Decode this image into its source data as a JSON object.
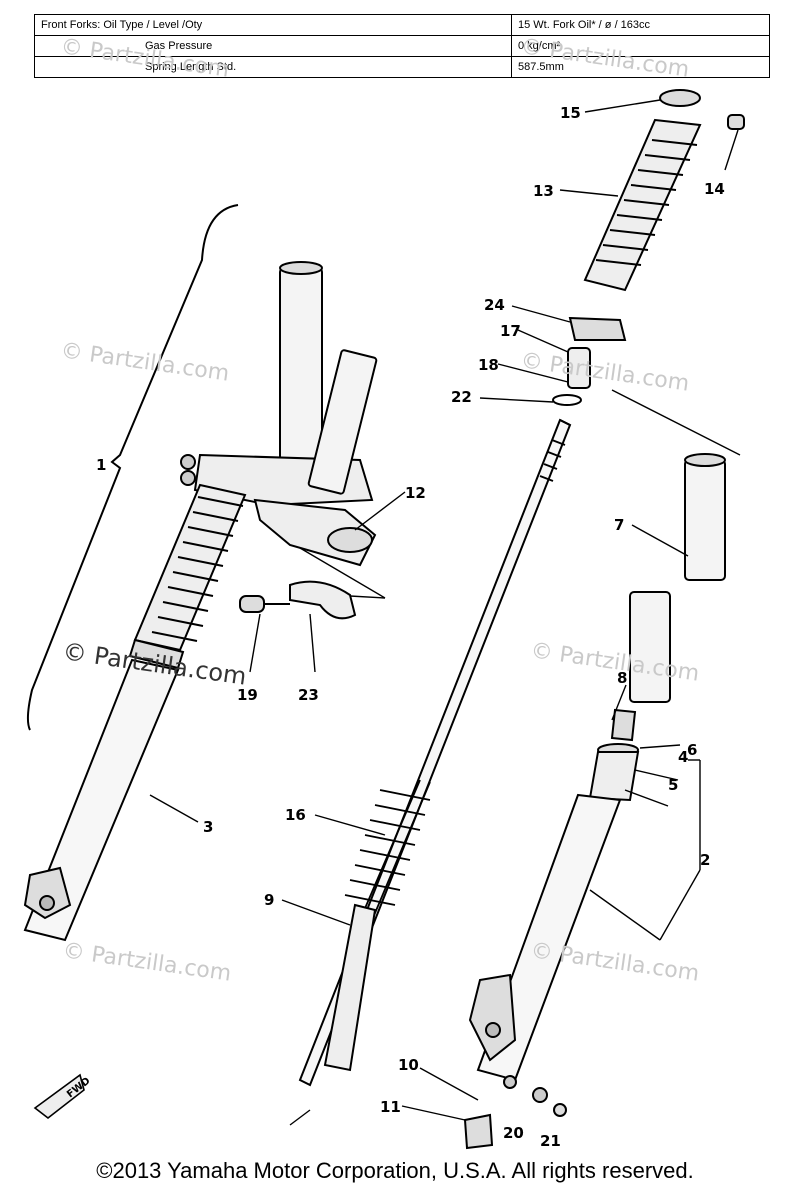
{
  "specs": [
    {
      "label": "Front Forks: Oil Type / Level /Oty",
      "value": "15 Wt. Fork Oil* / ø / 163cc"
    },
    {
      "label": "Gas Pressure",
      "value": "0 kg/cm²"
    },
    {
      "label": "Spring Length Std.",
      "value": "587.5mm"
    }
  ],
  "callouts": [
    "1",
    "2",
    "3",
    "4",
    "5",
    "6",
    "7",
    "8",
    "9",
    "10",
    "11",
    "12",
    "13",
    "14",
    "15",
    "16",
    "17",
    "18",
    "19",
    "20",
    "21",
    "22",
    "23",
    "24"
  ],
  "watermark": "© Partzilla.com",
  "fwd_label": "FWD",
  "copyright": "©2013 Yamaha Motor Corporation, U.S.A. All rights reserved."
}
